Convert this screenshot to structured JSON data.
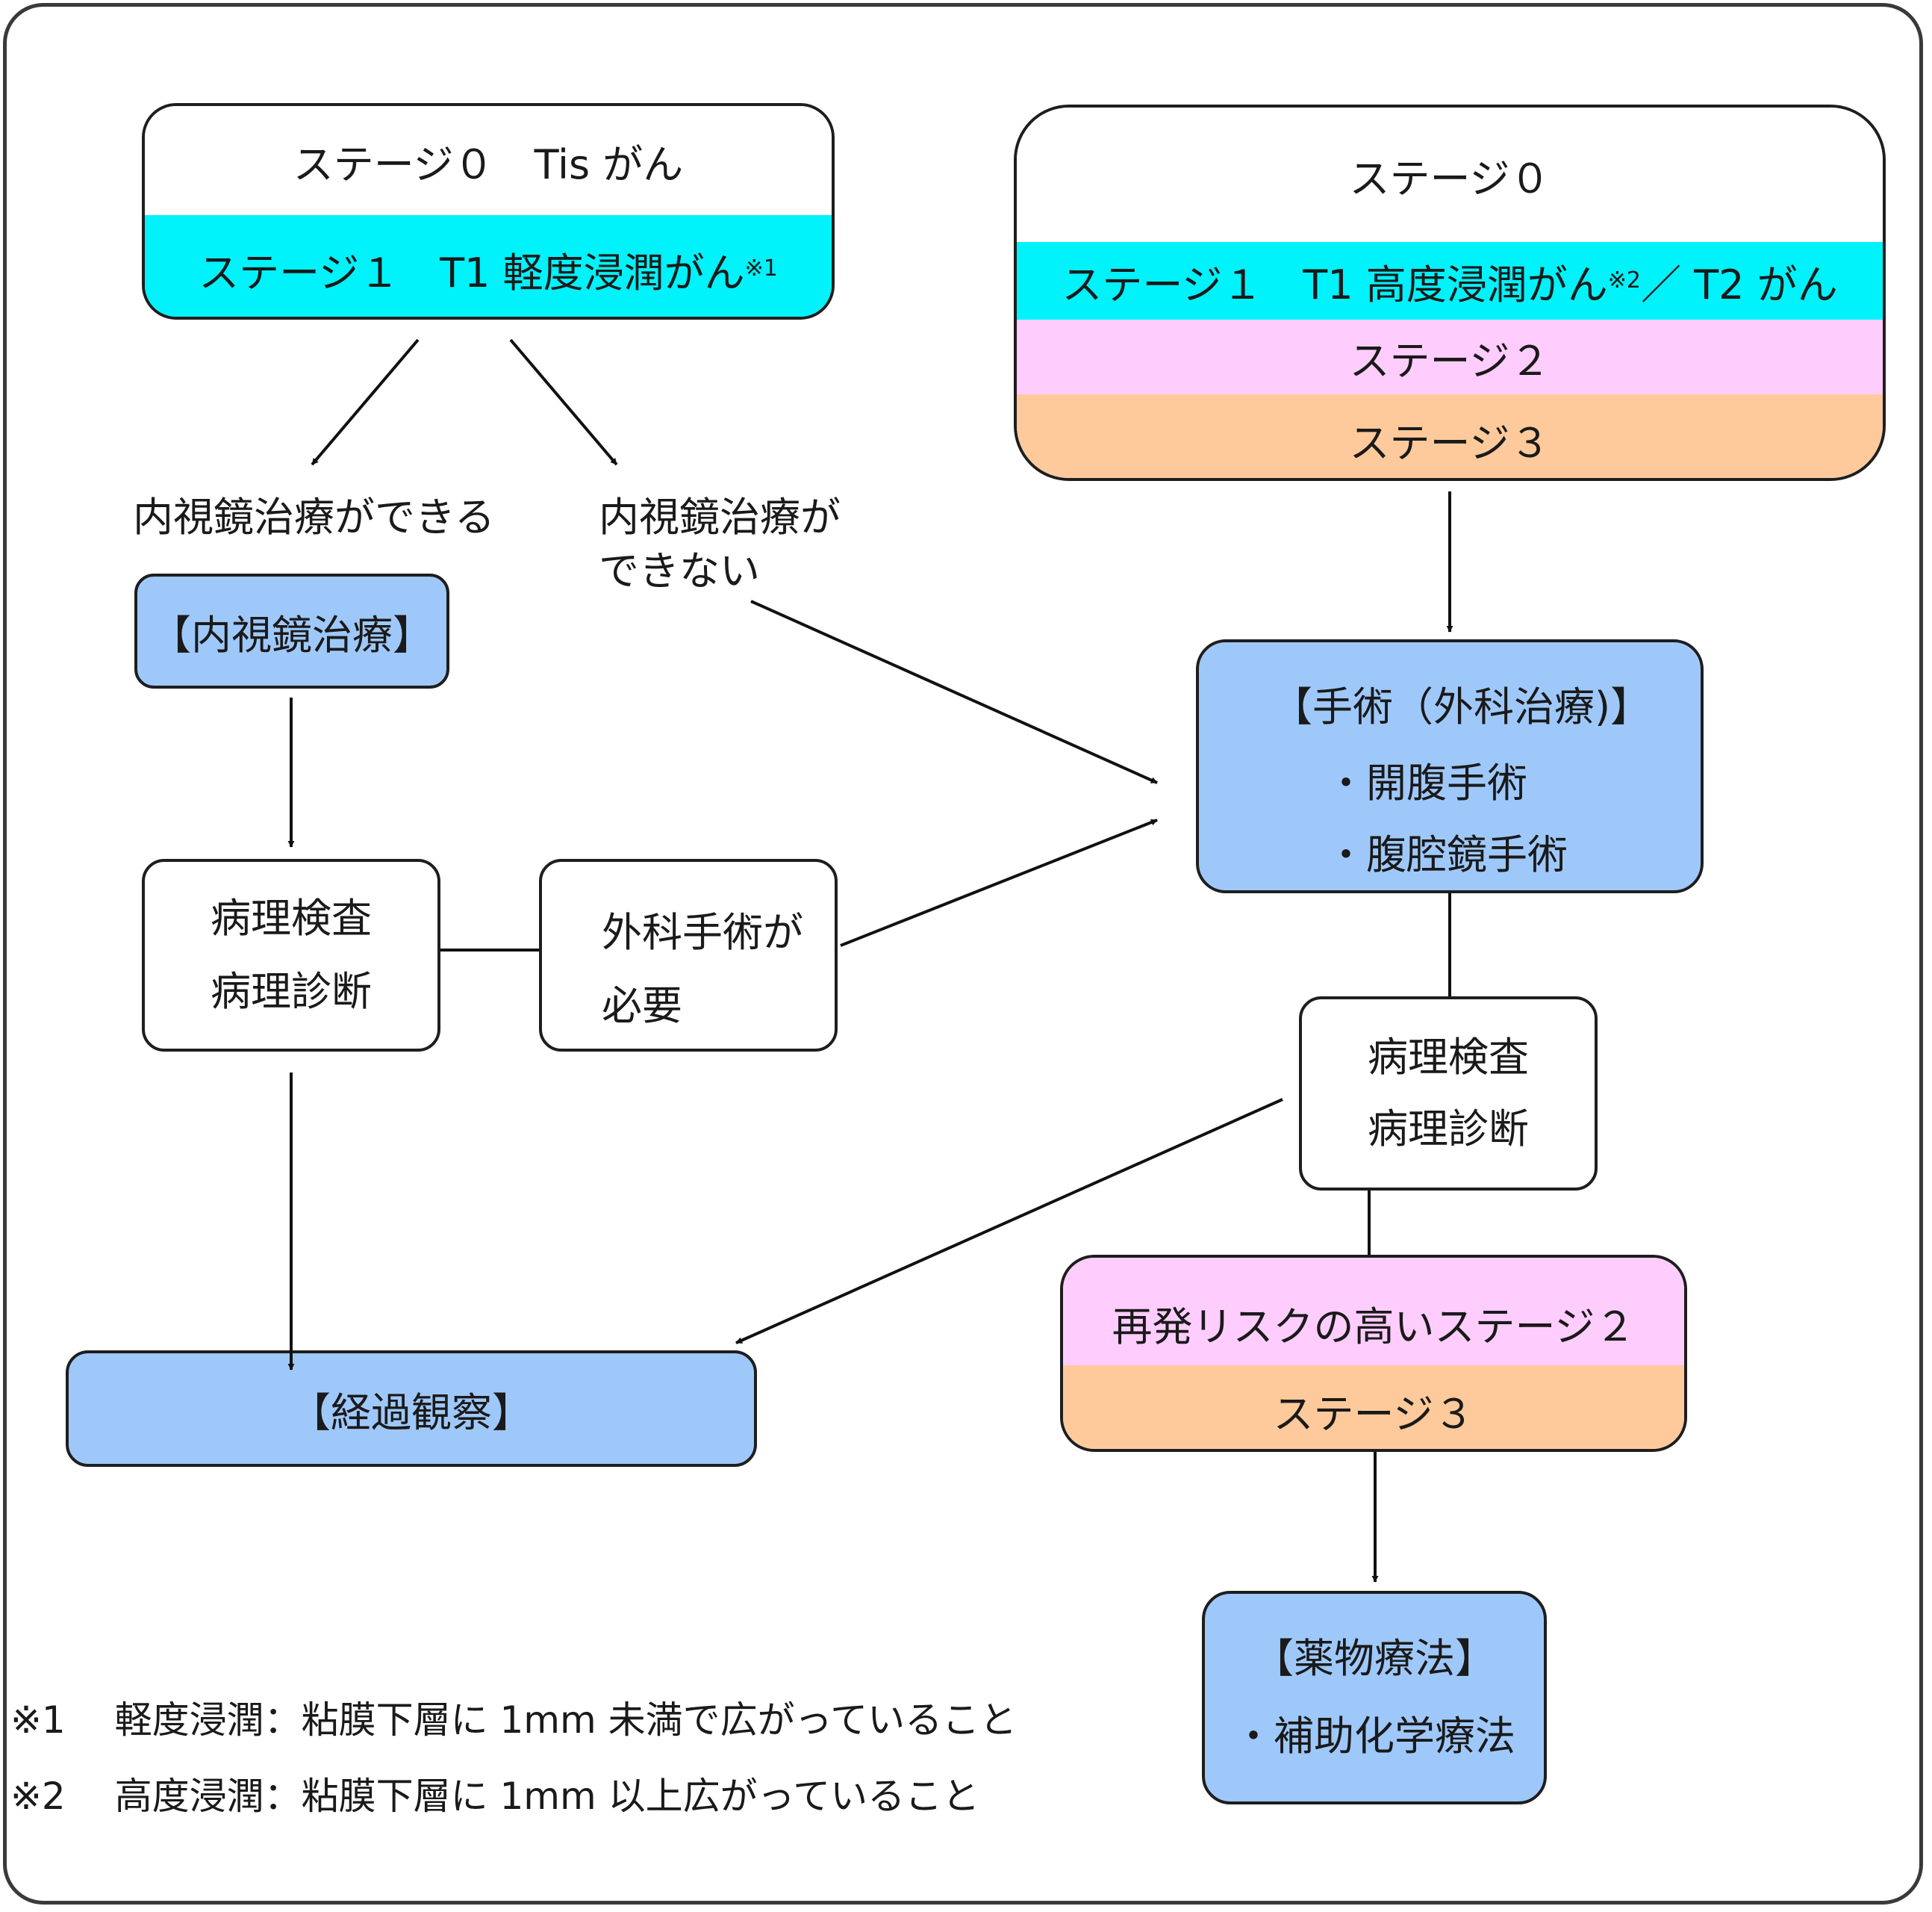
{
  "top_left_box": {
    "row1": "ステージ０　Tis がん",
    "row2": "ステージ１　T1 軽度浸潤がん",
    "row2_mark": "※1"
  },
  "top_right_box": {
    "row1": "ステージ０",
    "row2_part1": "ステージ１　T1 高度浸潤がん",
    "row2_mark": "※2",
    "row2_part2": "／ T2 がん",
    "row3": "ステージ２",
    "row4": "ステージ３"
  },
  "labels": {
    "endo_possible": "内視鏡治療ができる",
    "endo_impossible_line1": "内視鏡治療が",
    "endo_impossible_line2": "できない"
  },
  "endoscopic_box": {
    "title": "【内視鏡治療】"
  },
  "pathology_left": {
    "line1": "病理検査",
    "line2": "病理診断"
  },
  "surgery_needed": {
    "line1": "外科手術が",
    "line2": "必要"
  },
  "surgery_box": {
    "title": "【手術（外科治療)】",
    "item1": "・開腹手術",
    "item2": "・腹腔鏡手術"
  },
  "pathology_right": {
    "line1": "病理検査",
    "line2": "病理診断"
  },
  "observation_box": {
    "title": "【経過観察】"
  },
  "risk_box": {
    "row1": "再発リスクの高いステージ２",
    "row2": "ステージ３"
  },
  "chemo_box": {
    "title": "【薬物療法】",
    "item1": "・補助化学療法"
  },
  "footnotes": {
    "note1": "※1　 軽度浸潤：粘膜下層に 1mm 未満で広がっていること",
    "note2": "※2　 高度浸潤：粘膜下層に 1mm 以上広がっていること"
  },
  "colors": {
    "treatment_blue": "#9fc8fa",
    "stage1_cyan": "#00f2fb",
    "stage2_pink": "#ffcdfd",
    "stage3_orange": "#ffca9b"
  }
}
